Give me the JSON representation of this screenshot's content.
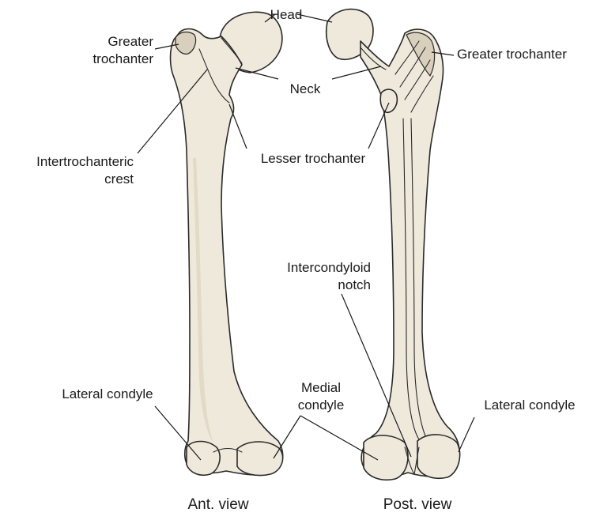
{
  "figure": {
    "labels": {
      "head": "Head",
      "greater_trochanter_left_line1": "Greater",
      "greater_trochanter_left_line2": "trochanter",
      "greater_trochanter_right": "Greater trochanter",
      "neck": "Neck",
      "intertrochanteric_line1": "Intertrochanteric",
      "intertrochanteric_line2": "crest",
      "lesser_trochanter": "Lesser trochanter",
      "intercondyloid_line1": "Intercondyloid",
      "intercondyloid_line2": "notch",
      "lateral_condyle_left": "Lateral condyle",
      "medial_condyle_line1": "Medial",
      "medial_condyle_line2": "condyle",
      "lateral_condyle_right": "Lateral condyle"
    },
    "captions": {
      "anterior": "Ant. view",
      "posterior": "Post. view"
    },
    "colors": {
      "bone_fill": "#efe9dc",
      "bone_shadow": "#d8cfbd",
      "outline": "#2a2a2a"
    }
  }
}
